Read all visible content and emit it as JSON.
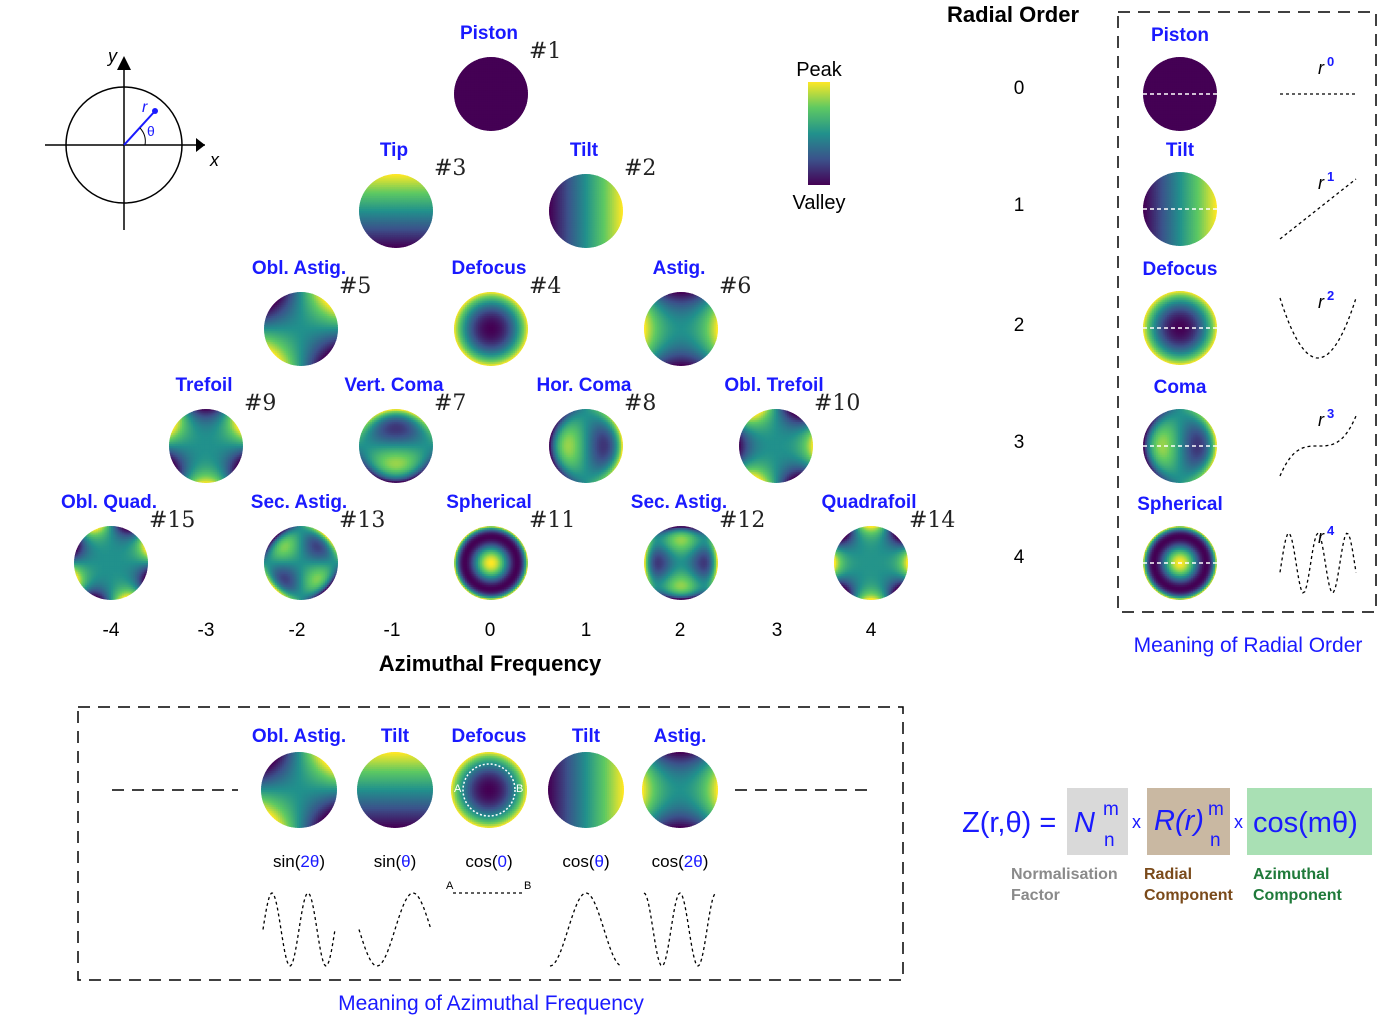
{
  "colormap": {
    "peak_label": "Peak",
    "valley_label": "Valley",
    "stops": [
      "#440154",
      "#3b528b",
      "#21918c",
      "#5ec962",
      "#fde725"
    ]
  },
  "coord_diagram": {
    "y": "y",
    "x": "x",
    "r": "r",
    "theta": "θ"
  },
  "pyramid": {
    "modes": [
      {
        "label": "Piston",
        "number": "#1",
        "n": 0,
        "m": 0
      },
      {
        "label": "Tilt",
        "number": "#2",
        "n": 1,
        "m": 1
      },
      {
        "label": "Tip",
        "number": "#3",
        "n": 1,
        "m": -1
      },
      {
        "label": "Defocus",
        "number": "#4",
        "n": 2,
        "m": 0
      },
      {
        "label": "Obl. Astig.",
        "number": "#5",
        "n": 2,
        "m": -2
      },
      {
        "label": "Astig.",
        "number": "#6",
        "n": 2,
        "m": 2
      },
      {
        "label": "Vert. Coma",
        "number": "#7",
        "n": 3,
        "m": -1
      },
      {
        "label": "Hor. Coma",
        "number": "#8",
        "n": 3,
        "m": 1
      },
      {
        "label": "Trefoil",
        "number": "#9",
        "n": 3,
        "m": -3
      },
      {
        "label": "Obl. Trefoil",
        "number": "#10",
        "n": 3,
        "m": 3
      },
      {
        "label": "Spherical",
        "number": "#11",
        "n": 4,
        "m": 0
      },
      {
        "label": "Sec. Astig.",
        "number": "#12",
        "n": 4,
        "m": 2
      },
      {
        "label": "Sec. Astig.",
        "number": "#13",
        "n": 4,
        "m": -2
      },
      {
        "label": "Quadrafoil",
        "number": "#14",
        "n": 4,
        "m": 4
      },
      {
        "label": "Obl. Quad.",
        "number": "#15",
        "n": 4,
        "m": -4
      }
    ],
    "azimuthal_ticks": [
      "-4",
      "-3",
      "-2",
      "-1",
      "0",
      "1",
      "2",
      "3",
      "4"
    ],
    "azimuthal_title": "Azimuthal Frequency",
    "radial_title": "Radial Order",
    "radial_ticks": [
      "0",
      "1",
      "2",
      "3",
      "4"
    ]
  },
  "radial_panel": {
    "caption": "Meaning of Radial Order",
    "rows": [
      {
        "label": "Piston",
        "power": "r",
        "exp": "0"
      },
      {
        "label": "Tilt",
        "power": "r",
        "exp": "1"
      },
      {
        "label": "Defocus",
        "power": "r",
        "exp": "2"
      },
      {
        "label": "Coma",
        "power": "r",
        "exp": "3"
      },
      {
        "label": "Spherical",
        "power": "r",
        "exp": "4"
      }
    ]
  },
  "azimuthal_panel": {
    "caption": "Meaning of Azimuthal Frequency",
    "items": [
      {
        "label": "Obl. Astig.",
        "func": "sin(",
        "arg": "2θ",
        "close": ")"
      },
      {
        "label": "Tilt",
        "func": "sin(",
        "arg": "θ",
        "close": ")"
      },
      {
        "label": "Defocus",
        "func": "cos(",
        "arg": "0",
        "close": ")"
      },
      {
        "label": "Tilt",
        "func": "cos(",
        "arg": "θ",
        "close": ")"
      },
      {
        "label": "Astig.",
        "func": "cos(",
        "arg": "2θ",
        "close": ")"
      }
    ],
    "point_a": "A",
    "point_b": "B"
  },
  "formula": {
    "lhs": "Z(r,θ) =",
    "norm": "N",
    "norm_sup": "m",
    "norm_sub": "n",
    "times": "x",
    "radial": "R(r)",
    "radial_sup": "m",
    "radial_sub": "n",
    "azimuthal": "cos(mθ)",
    "norm_caption_1": "Normalisation",
    "norm_caption_2": "Factor",
    "radial_caption_1": "Radial",
    "radial_caption_2": "Component",
    "azi_caption_1": "Azimuthal",
    "azi_caption_2": "Component",
    "colors": {
      "norm_bg": "#d9d9d9",
      "radial_bg": "#c9b8a2",
      "azi_bg": "#a9e0b4",
      "norm_text": "#8a8a8a",
      "radial_text": "#7a4a1a",
      "azi_text": "#1f7a3a",
      "formula_text": "#1a1aff"
    }
  }
}
